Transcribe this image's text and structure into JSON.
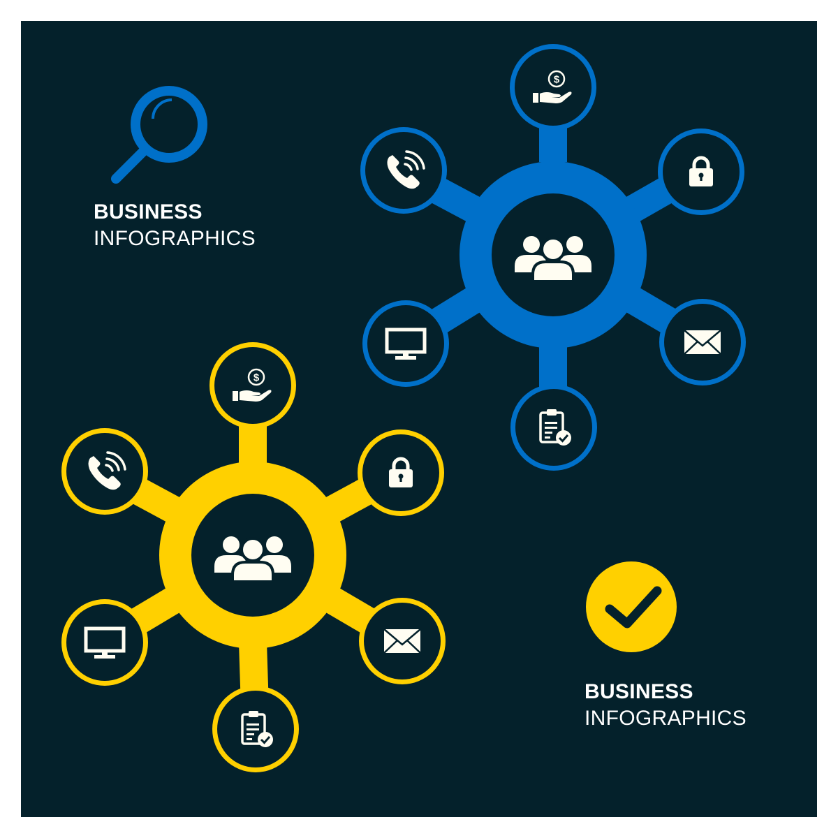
{
  "colors": {
    "background": "#04212b",
    "blue": "#0070c9",
    "yellow": "#ffd000",
    "icon": "#fffdf2"
  },
  "top_left_title": {
    "bold": "BUSINESS",
    "regular": "INFOGRAPHICS"
  },
  "bottom_right_title": {
    "bold": "BUSINESS",
    "regular": "INFOGRAPHICS"
  },
  "decor_icons": {
    "top_left": "magnifier-icon",
    "bottom_right": "checkmark-icon"
  },
  "hubs": [
    {
      "color": "blue",
      "center_icon": "team-icon",
      "satellites": [
        "money-hand-icon",
        "lock-icon",
        "mail-icon",
        "clipboard-check-icon",
        "monitor-icon",
        "phone-icon"
      ]
    },
    {
      "color": "yellow",
      "center_icon": "team-icon",
      "satellites": [
        "money-hand-icon",
        "lock-icon",
        "mail-icon",
        "clipboard-check-icon",
        "monitor-icon",
        "phone-icon"
      ]
    }
  ]
}
